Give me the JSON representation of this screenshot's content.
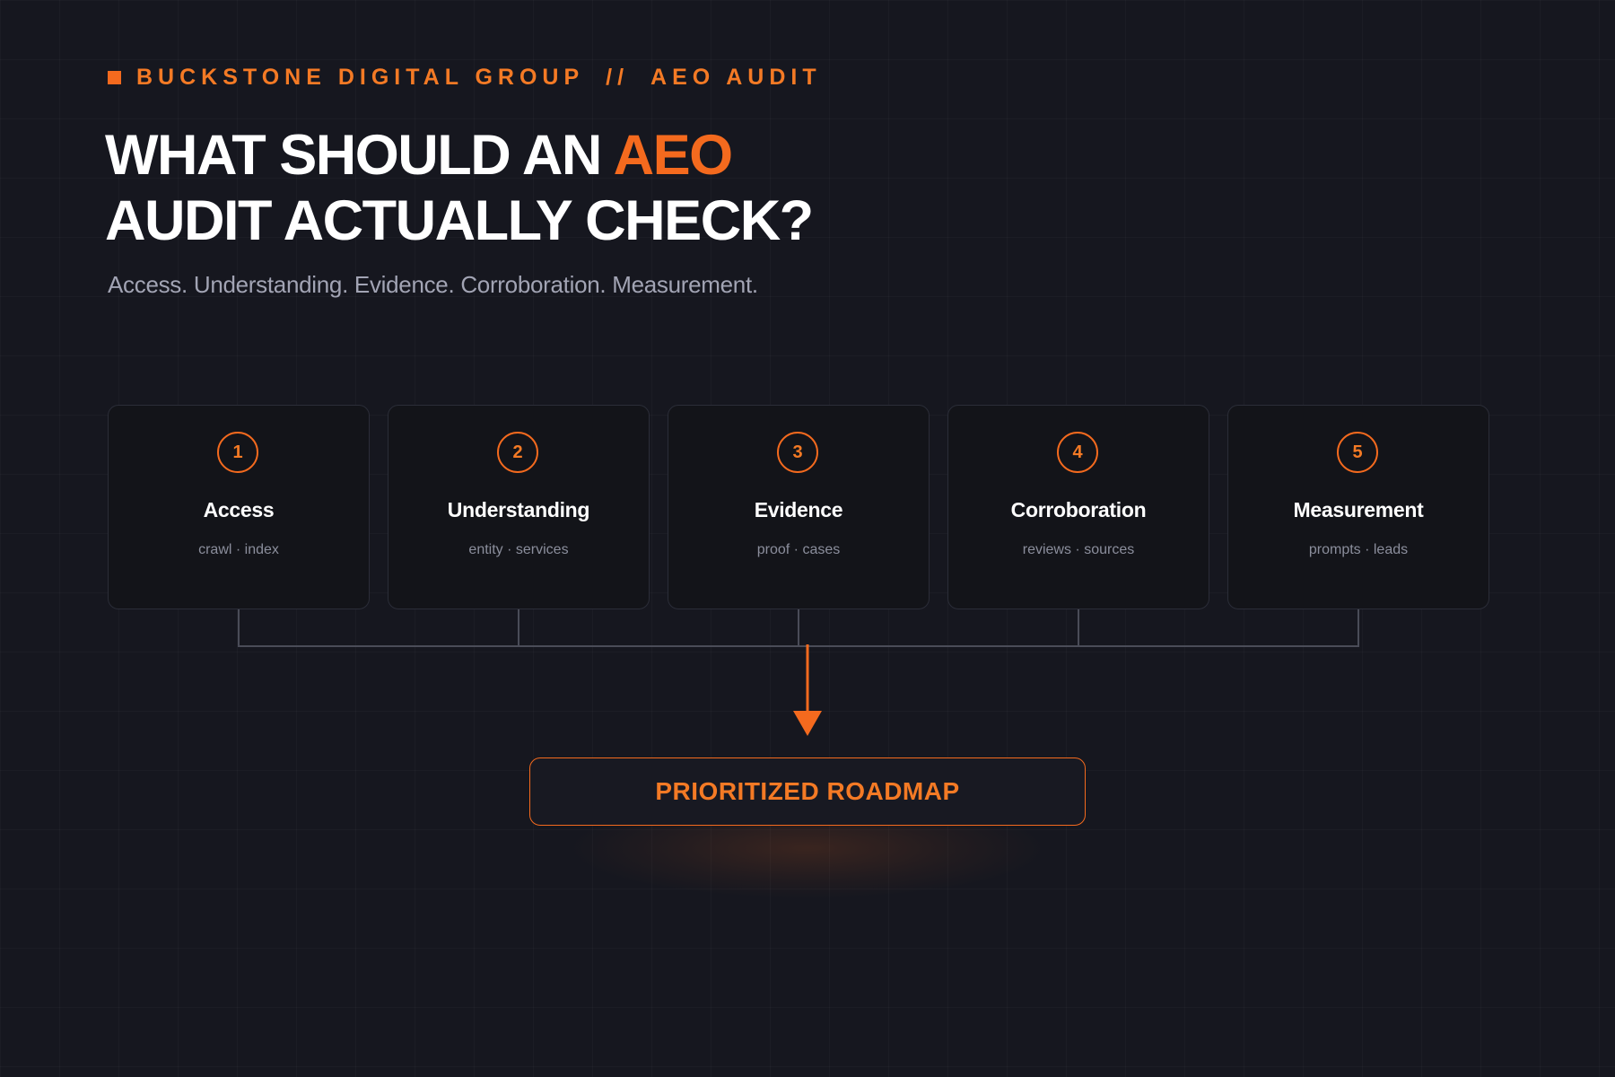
{
  "header": {
    "brand": "BUCKSTONE DIGITAL GROUP",
    "separator": "//",
    "section": "AEO AUDIT"
  },
  "headline": {
    "line1_prefix": "WHAT SHOULD AN ",
    "line1_accent": "AEO",
    "line2": "AUDIT ACTUALLY CHECK?"
  },
  "subtitle": "Access. Understanding. Evidence. Corroboration. Measurement.",
  "steps": [
    {
      "number": "1",
      "title": "Access",
      "description": "crawl · index"
    },
    {
      "number": "2",
      "title": "Understanding",
      "description": "entity · services"
    },
    {
      "number": "3",
      "title": "Evidence",
      "description": "proof · cases"
    },
    {
      "number": "4",
      "title": "Corroboration",
      "description": "reviews · sources"
    },
    {
      "number": "5",
      "title": "Measurement",
      "description": "prompts · leads"
    }
  ],
  "result": {
    "label": "PRIORITIZED ROADMAP"
  },
  "colors": {
    "accent": "#f46a1e",
    "background": "#16171f",
    "card_background": "#131419",
    "connector": "#4a4c58",
    "text_primary": "#ffffff",
    "text_secondary": "#a2a4b4"
  }
}
